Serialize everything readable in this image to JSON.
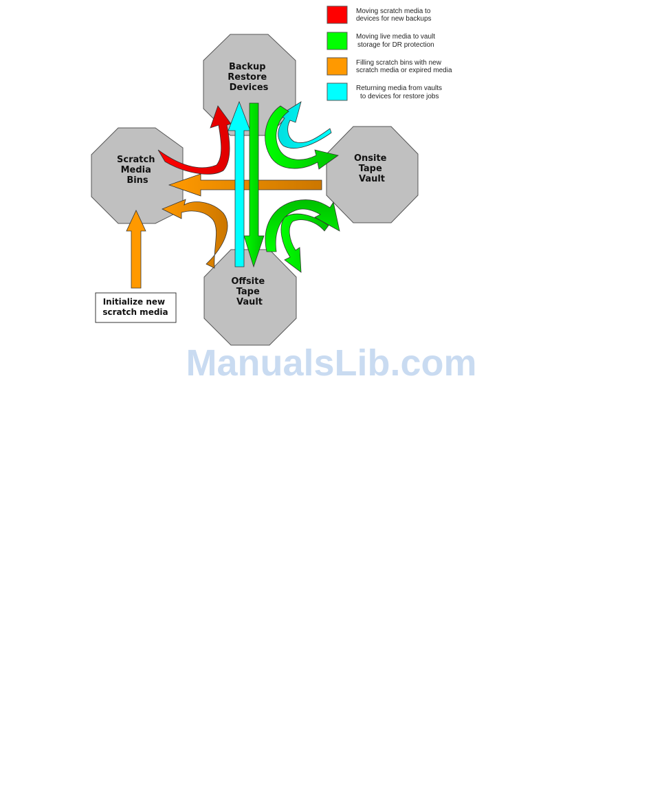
{
  "nodes": {
    "backup": {
      "lines": [
        "Backup",
        "Restore",
        "Devices"
      ]
    },
    "scratch": {
      "lines": [
        "Scratch",
        "Media",
        "Bins"
      ]
    },
    "onsite": {
      "lines": [
        "Onsite",
        "Tape",
        "Vault"
      ]
    },
    "offsite": {
      "lines": [
        "Offsite",
        "Tape",
        "Vault"
      ]
    }
  },
  "init_box": {
    "lines": [
      "Initialize new",
      "scratch media"
    ]
  },
  "legend": [
    {
      "color": "#ff0000",
      "lines": [
        "Moving scratch media to",
        "devices for new backups"
      ]
    },
    {
      "color": "#00ff00",
      "lines": [
        "Moving live media to vault",
        "storage for DR protection"
      ]
    },
    {
      "color": "#ff9900",
      "lines": [
        "Filling scratch bins with new",
        "scratch media or expired media"
      ]
    },
    {
      "color": "#00ffff",
      "lines": [
        "Returning media from vaults",
        "to devices for restore jobs"
      ]
    }
  ],
  "colors": {
    "node_fill": "#c0c0c0",
    "red": "#ff0000",
    "green": "#00ff00",
    "orange": "#ff9900",
    "cyan": "#00ffff"
  },
  "watermark": "ManualsLib.com"
}
